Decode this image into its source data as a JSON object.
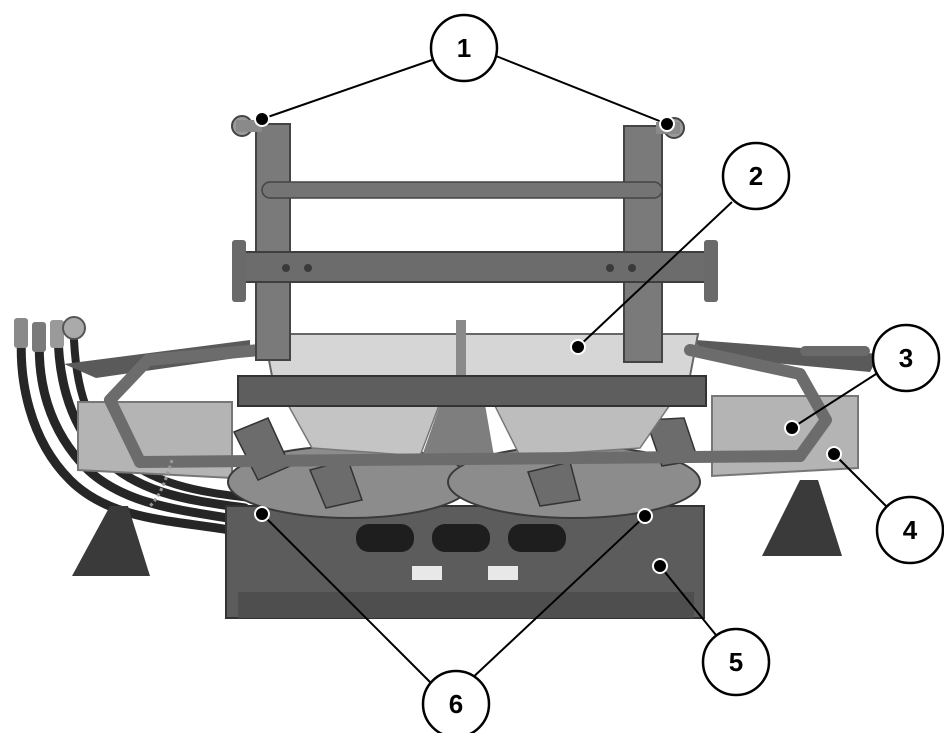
{
  "photo": {
    "machine": "fertilizer-spreader",
    "colors": {
      "frame": "#6f6f6f",
      "frame_dark": "#4a4a4a",
      "frame_light": "#9a9a9a",
      "sheet": "#b9b9b9",
      "hose": "#2a2a2a",
      "background": "#ffffff",
      "leader": "#000000"
    }
  },
  "callouts": [
    {
      "id": "1",
      "label": "1"
    },
    {
      "id": "2",
      "label": "2"
    },
    {
      "id": "3",
      "label": "3"
    },
    {
      "id": "4",
      "label": "4"
    },
    {
      "id": "5",
      "label": "5"
    },
    {
      "id": "6",
      "label": "6"
    }
  ]
}
